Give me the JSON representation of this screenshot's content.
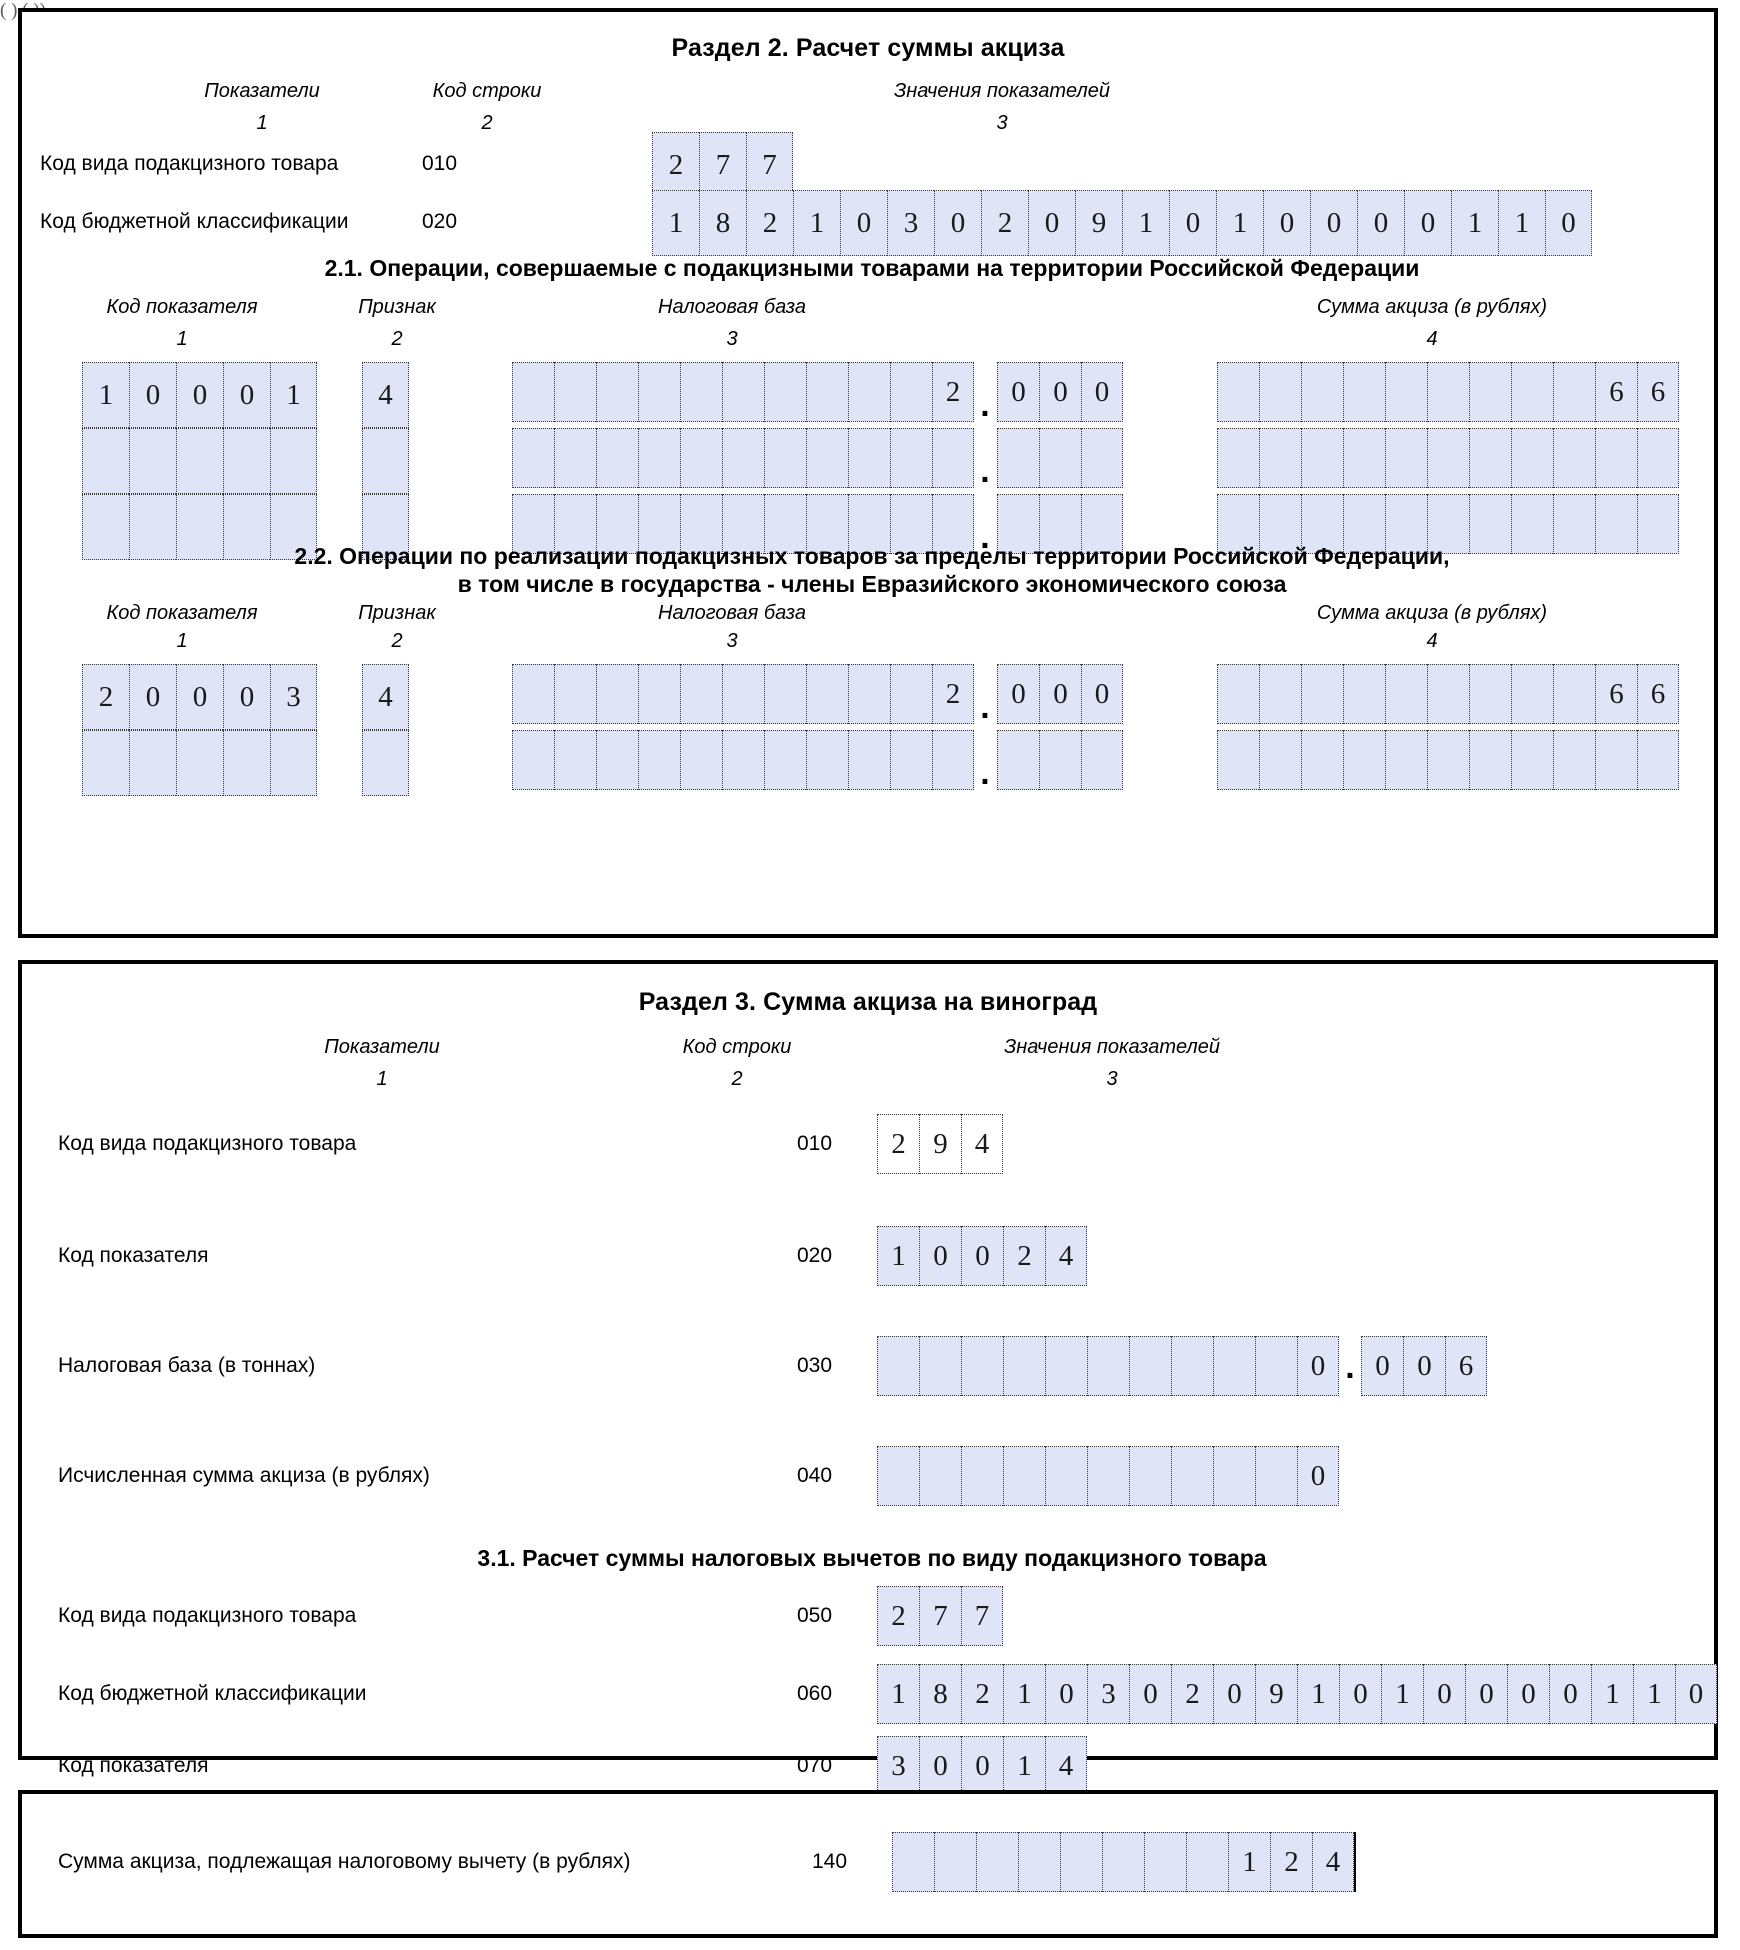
{
  "page": {
    "top_sliver_text": "(     )  (               ))"
  },
  "section2": {
    "title": "Раздел 2. Расчет суммы акциза",
    "columns": [
      {
        "caption": "Показатели",
        "number": "1"
      },
      {
        "caption": "Код строки",
        "number": "2"
      },
      {
        "caption": "Значения показателей",
        "number": "3"
      }
    ],
    "rows": [
      {
        "label": "Код вида подакцизного товара",
        "code": "010",
        "value": "277",
        "cells": 3
      },
      {
        "label": "Код бюджетной классификации",
        "code": "020",
        "value": "18210302091010000110",
        "cells": 20
      }
    ],
    "sub21": {
      "title": "2.1. Операции, совершаемые с подакцизными товарами на территории Российской Федерации",
      "columns": [
        {
          "caption": "Код показателя",
          "number": "1"
        },
        {
          "caption": "Признак",
          "number": "2"
        },
        {
          "caption": "Налоговая база",
          "number": "3"
        },
        {
          "caption": "Сумма акциза (в рублях)",
          "number": "4"
        }
      ],
      "rows": [
        {
          "code": "10001",
          "sign": "4",
          "base_int": "2",
          "base_frac": "000",
          "sum": "66"
        },
        {
          "code": "",
          "sign": "",
          "base_int": "",
          "base_frac": "",
          "sum": ""
        },
        {
          "code": "",
          "sign": "",
          "base_int": "",
          "base_frac": "",
          "sum": ""
        }
      ]
    },
    "sub22": {
      "title_line1": "2.2. Операции по реализации подакцизных товаров за пределы территории Российской Федерации,",
      "title_line2": "в том числе в государства - члены Евразийского экономического союза",
      "columns": [
        {
          "caption": "Код показателя",
          "number": "1"
        },
        {
          "caption": "Признак",
          "number": "2"
        },
        {
          "caption": "Налоговая база",
          "number": "3"
        },
        {
          "caption": "Сумма акциза (в рублях)",
          "number": "4"
        }
      ],
      "rows": [
        {
          "code": "20003",
          "sign": "4",
          "base_int": "2",
          "base_frac": "000",
          "sum": "66"
        },
        {
          "code": "",
          "sign": "",
          "base_int": "",
          "base_frac": "",
          "sum": ""
        }
      ]
    }
  },
  "section3": {
    "title": "Раздел 3. Сумма акциза на виноград",
    "columns": [
      {
        "caption": "Показатели",
        "number": "1"
      },
      {
        "caption": "Код строки",
        "number": "2"
      },
      {
        "caption": "Значения показателей",
        "number": "3"
      }
    ],
    "rows": [
      {
        "label": "Код вида подакцизного товара",
        "code": "010",
        "value": "294",
        "cells": 3,
        "filled": false
      },
      {
        "label": "Код показателя",
        "code": "020",
        "value": "10024",
        "cells": 5,
        "filled": true
      },
      {
        "label": "Налоговая база (в тоннах)",
        "code": "030",
        "int_value": "0",
        "int_cells": 11,
        "frac_value": "006",
        "frac_cells": 3,
        "decimal": true
      },
      {
        "label": "Исчисленная сумма акциза (в рублях)",
        "code": "040",
        "value": "0",
        "cells": 11,
        "filled": true
      }
    ],
    "sub31": {
      "title": "3.1. Расчет суммы налоговых вычетов по виду подакцизного товара",
      "rows": [
        {
          "label": "Код вида подакцизного товара",
          "code": "050",
          "value": "277",
          "cells": 3
        },
        {
          "label": "Код бюджетной классификации",
          "code": "060",
          "value": "18210302091010000110",
          "cells": 20
        },
        {
          "label": "Код показателя",
          "code": "070",
          "value": "30014",
          "cells": 5
        }
      ]
    }
  },
  "footer": {
    "label": "Сумма акциза, подлежащая налоговому вычету (в рублях)",
    "code": "140",
    "value": "124",
    "cells": 11
  },
  "colors": {
    "field_fill": "#dfe5f7",
    "cell_border": "#3a3a3a",
    "panel_border": "#000000",
    "text": "#000000"
  }
}
